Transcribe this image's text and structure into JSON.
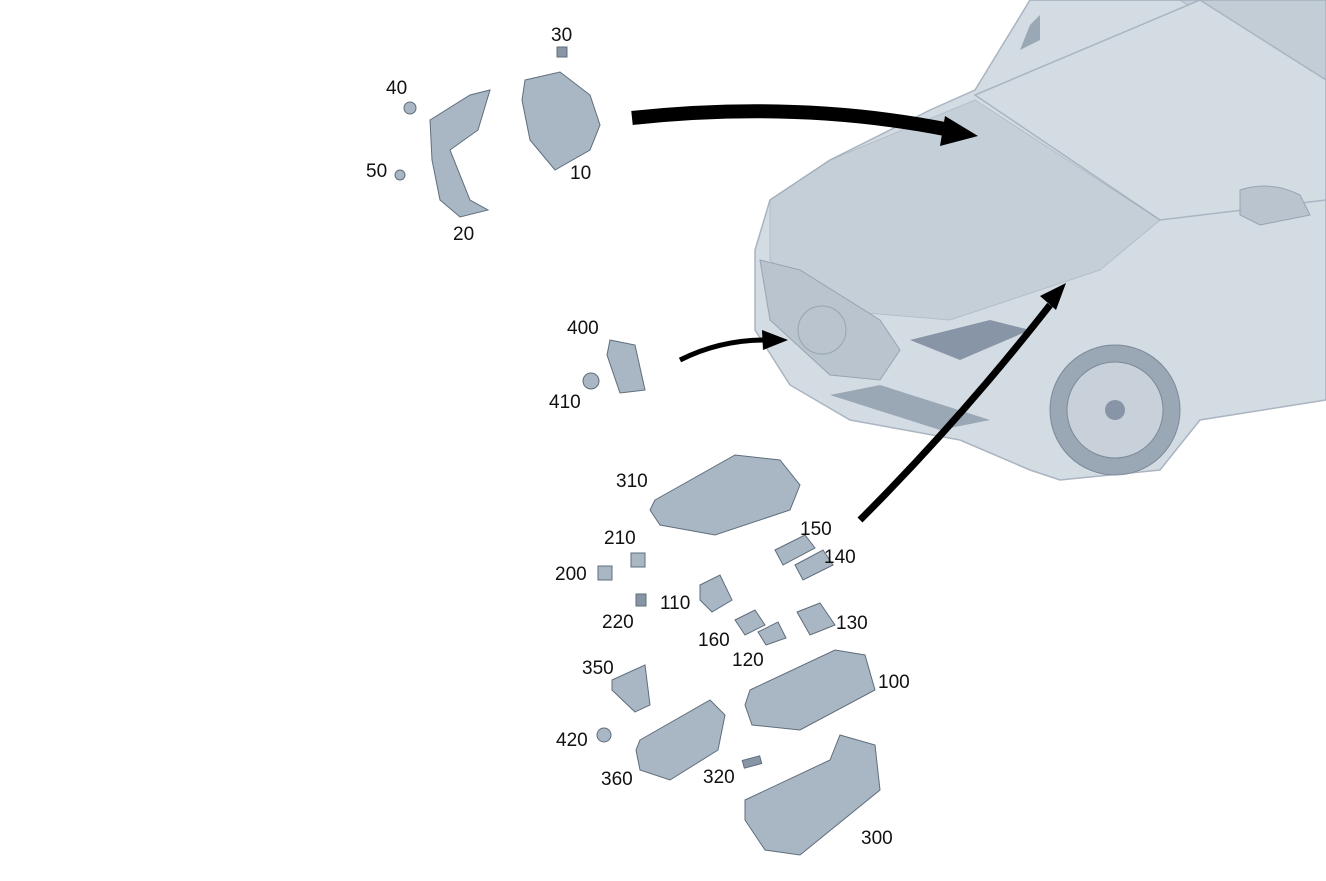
{
  "diagram": {
    "title": "Exploded parts view - front module / fuse box",
    "labels": {
      "p10": "10",
      "p20": "20",
      "p30": "30",
      "p40": "40",
      "p50": "50",
      "p100": "100",
      "p110": "110",
      "p120": "120",
      "p130": "130",
      "p140": "140",
      "p150": "150",
      "p160": "160",
      "p200": "200",
      "p210": "210",
      "p220": "220",
      "p300": "300",
      "p310": "310",
      "p320": "320",
      "p350": "350",
      "p360": "360",
      "p400": "400",
      "p410": "410",
      "p420": "420"
    }
  }
}
